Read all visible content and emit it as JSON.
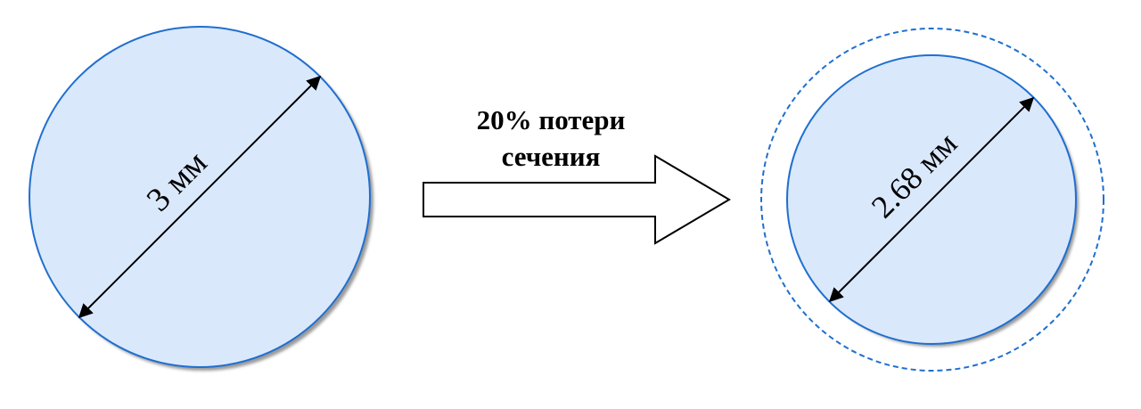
{
  "diagram": {
    "left_circle": {
      "diameter_label": "3 мм"
    },
    "transition": {
      "caption_line1": "20% потери",
      "caption_line2": "сечения"
    },
    "right_circle": {
      "diameter_label": "2.68 мм"
    },
    "colors": {
      "circle_fill": "#dae8fc",
      "circle_stroke": "#1f6fcf",
      "shadow": "#9a9a9a",
      "dimension_line": "#000000",
      "arrow_fill": "#ffffff",
      "arrow_stroke": "#000000"
    }
  }
}
